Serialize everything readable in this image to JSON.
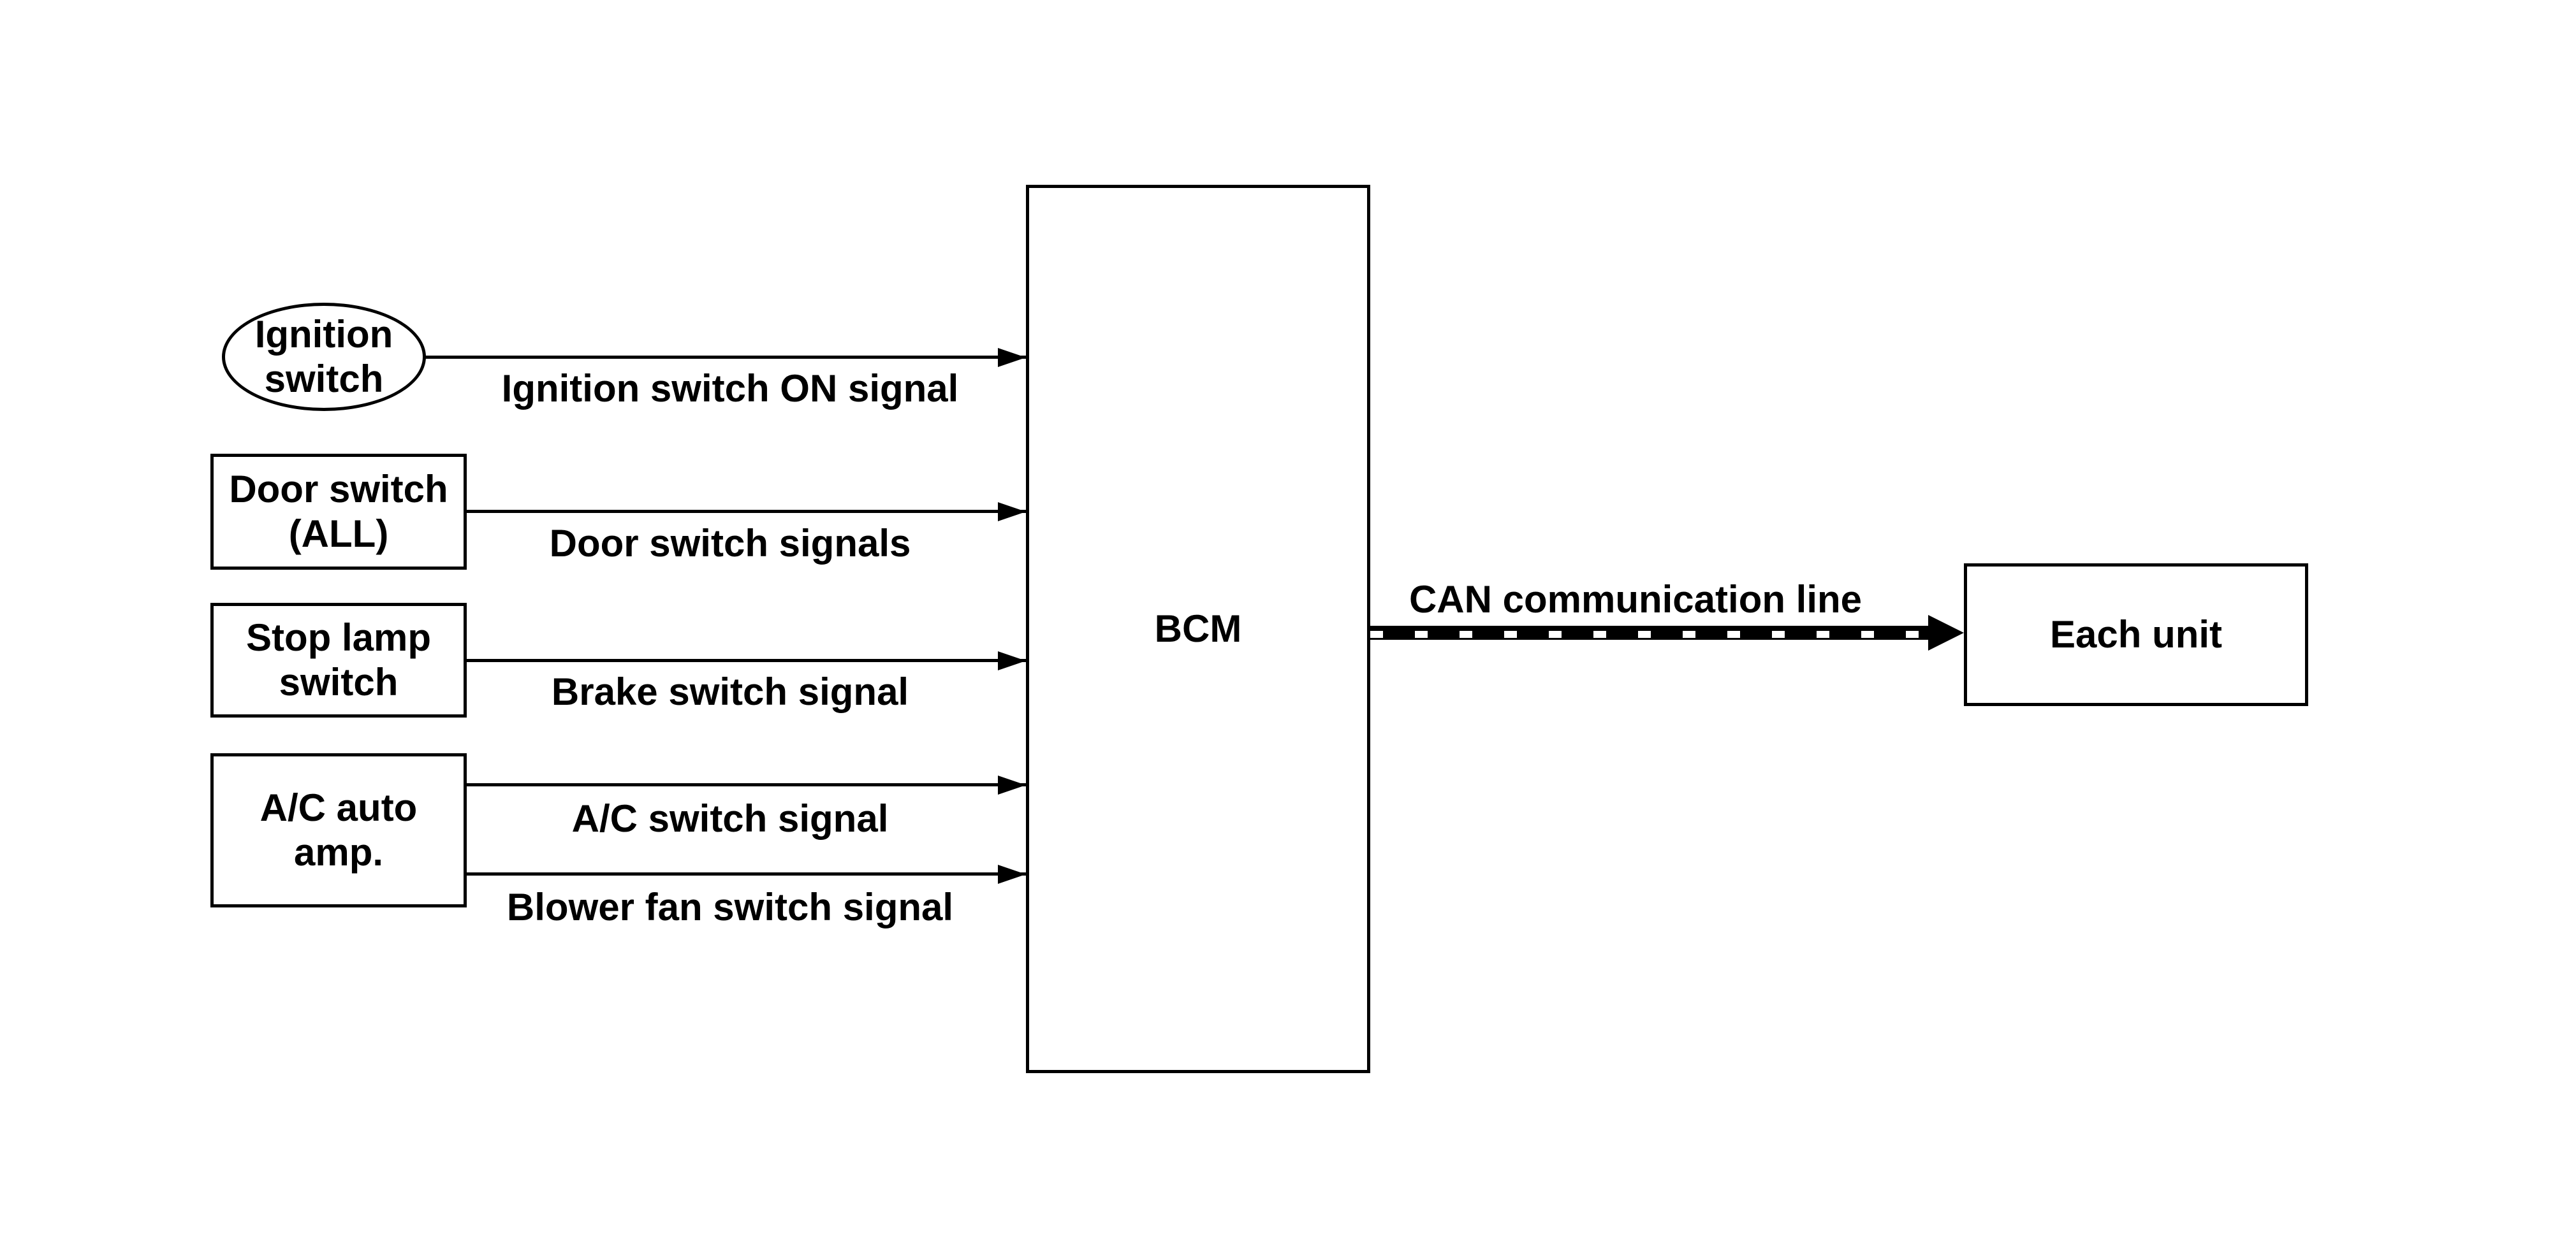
{
  "colors": {
    "ink": "#000000",
    "background": "#ffffff"
  },
  "nodes": {
    "ignition_switch": {
      "shape": "ellipse",
      "lines": [
        "Ignition",
        "switch"
      ]
    },
    "door_switch": {
      "shape": "rect",
      "lines": [
        "Door switch",
        "(ALL)"
      ]
    },
    "stop_lamp_switch": {
      "shape": "rect",
      "lines": [
        "Stop lamp",
        "switch"
      ]
    },
    "ac_auto_amp": {
      "shape": "rect",
      "lines": [
        "A/C auto",
        "amp."
      ]
    },
    "bcm": {
      "shape": "rect",
      "lines": [
        "BCM"
      ]
    },
    "each_unit": {
      "shape": "rect",
      "lines": [
        "Each unit"
      ]
    }
  },
  "edges": [
    {
      "from": "ignition_switch",
      "to": "bcm",
      "style": "solid-arrow",
      "label": "Ignition switch ON signal"
    },
    {
      "from": "door_switch",
      "to": "bcm",
      "style": "solid-arrow",
      "label": "Door switch signals"
    },
    {
      "from": "stop_lamp_switch",
      "to": "bcm",
      "style": "solid-arrow",
      "label": "Brake switch signal"
    },
    {
      "from": "ac_auto_amp",
      "to": "bcm",
      "style": "solid-arrow",
      "label": "A/C switch signal"
    },
    {
      "from": "ac_auto_amp",
      "to": "bcm",
      "style": "solid-arrow",
      "label": "Blower fan switch signal"
    },
    {
      "from": "bcm",
      "to": "each_unit",
      "style": "striped-arrow",
      "label": "CAN communication line"
    }
  ]
}
